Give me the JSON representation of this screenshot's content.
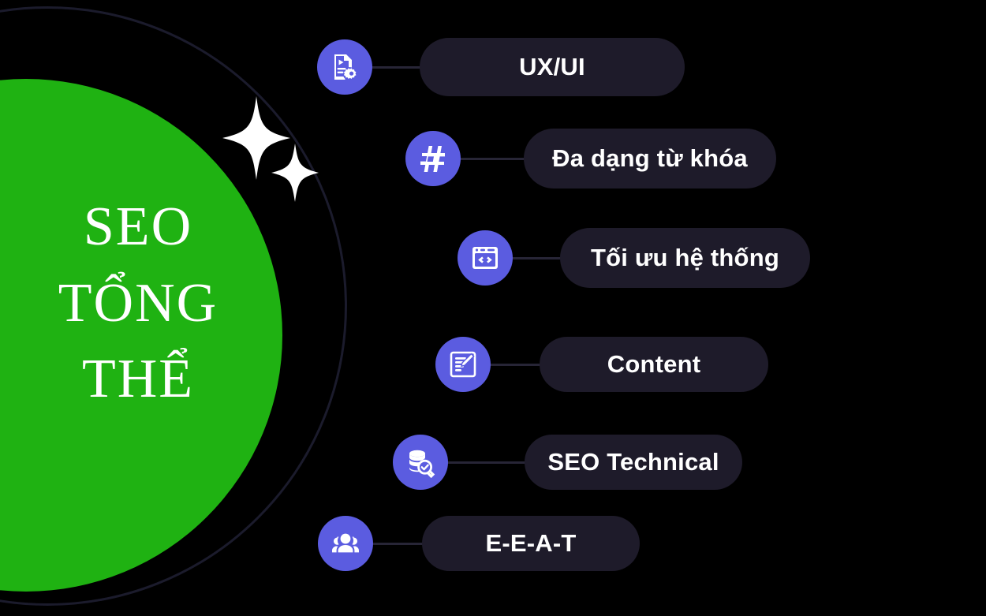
{
  "colors": {
    "background": "#000000",
    "green_circle": "#1fb212",
    "icon_bubble_purple": "#5b5ce0",
    "pill_background": "#1e1b2a",
    "connector_line": "#272536",
    "text_white": "#ffffff",
    "orbit_arc": "#1b1b2c"
  },
  "hero": {
    "title": "SEO\nTỔNG\nTHỂ",
    "title_lines": [
      "SEO",
      "TỔNG",
      "THỂ"
    ],
    "decorations": [
      "sparkle-large",
      "sparkle-small",
      "orbit-arc"
    ]
  },
  "branches": [
    {
      "id": "ux-ui",
      "label": "UX/UI",
      "icon": "document-settings-icon"
    },
    {
      "id": "keywords",
      "label": "Đa dạng từ khóa",
      "icon": "hashtag-icon"
    },
    {
      "id": "optimization",
      "label": "Tối ưu hệ thống",
      "icon": "code-window-icon"
    },
    {
      "id": "content",
      "label": "Content",
      "icon": "note-pencil-icon"
    },
    {
      "id": "technical",
      "label": "SEO Technical",
      "icon": "database-search-icon"
    },
    {
      "id": "eeat",
      "label": "E-E-A-T",
      "icon": "users-group-icon"
    }
  ]
}
